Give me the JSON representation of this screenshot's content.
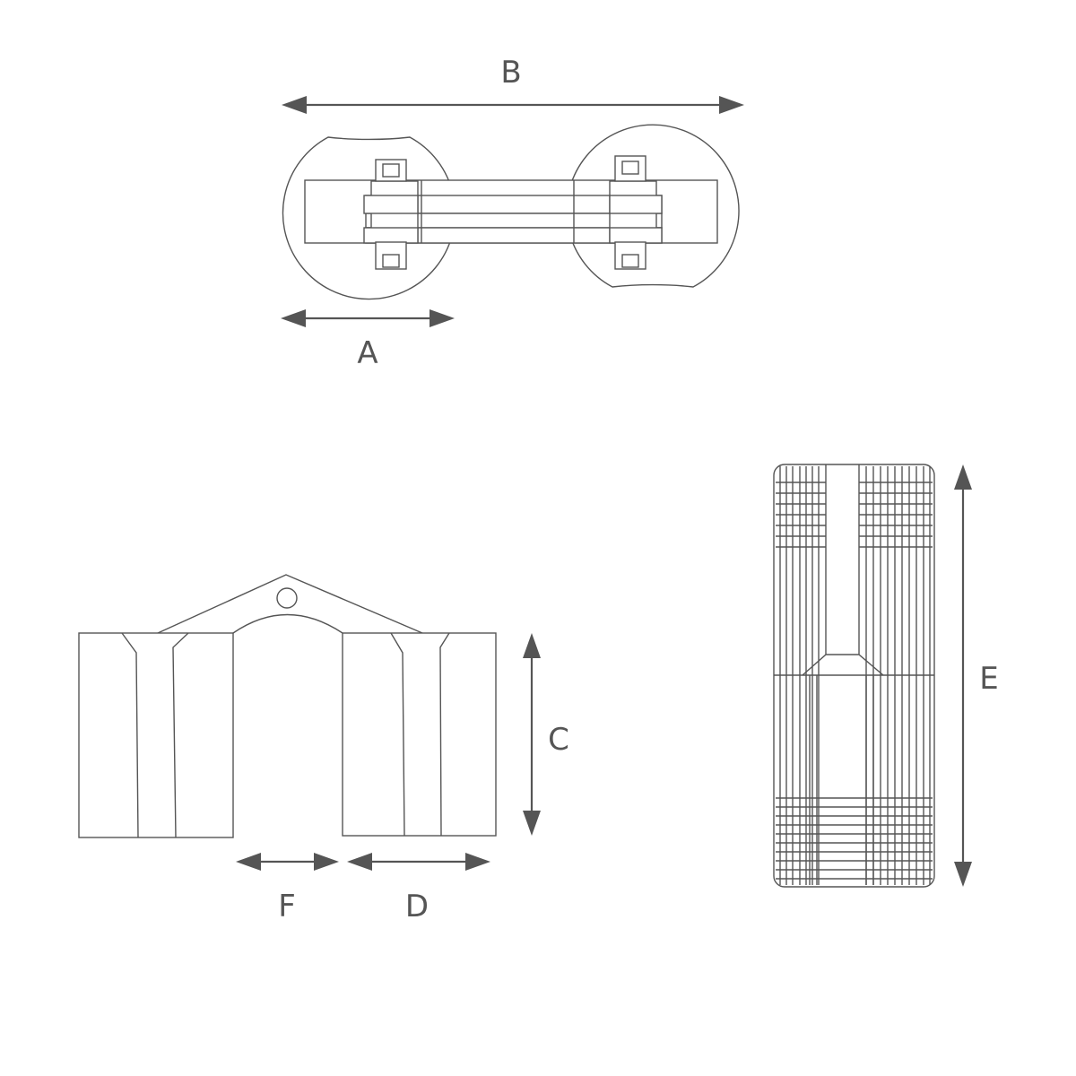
{
  "colors": {
    "line": "#555555",
    "background": "#ffffff"
  },
  "dimensions": {
    "A": "A",
    "B": "B",
    "C": "C",
    "D": "D",
    "E": "E",
    "F": "F"
  }
}
